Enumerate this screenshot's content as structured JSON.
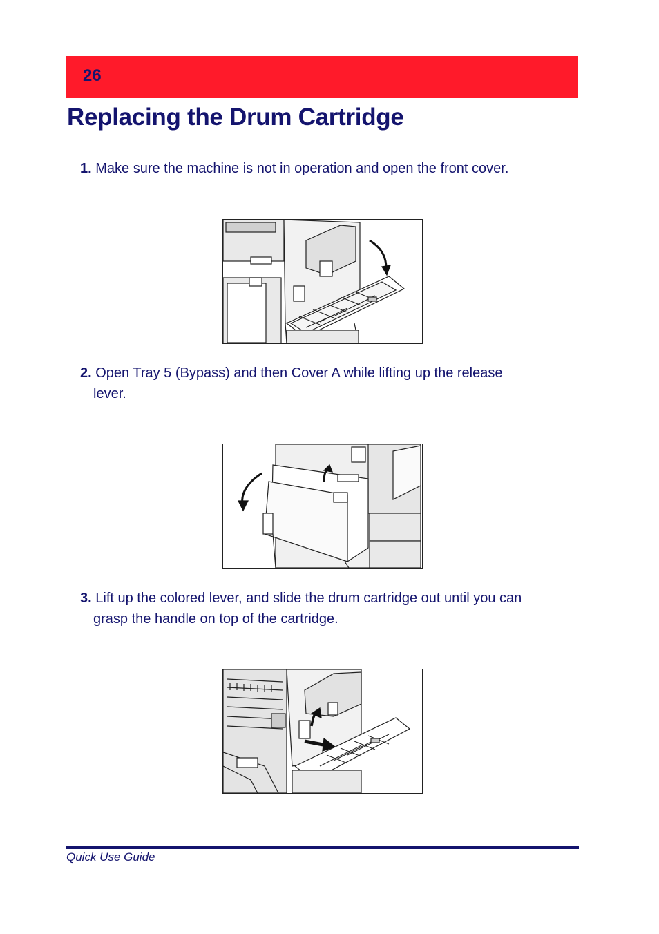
{
  "header": {
    "page_number": "26",
    "bar_color": "#ff1a2a"
  },
  "title": "Replacing the Drum Cartridge",
  "steps": [
    {
      "number": "1.",
      "line1": "Make sure the machine is not in operation and open the front cover.",
      "line2": ""
    },
    {
      "number": "2.",
      "line1": "Open Tray 5 (Bypass) and then Cover A while lifting up the release",
      "line2": "lever."
    },
    {
      "number": "3.",
      "line1": "Lift up the colored lever, and slide the drum cartridge out until you can",
      "line2": "grasp the handle on top of the cartridge."
    }
  ],
  "figures": [
    {
      "icon": "open-front-cover-illustration"
    },
    {
      "icon": "open-tray5-cover-a-illustration"
    },
    {
      "icon": "slide-drum-cartridge-illustration"
    }
  ],
  "footer": {
    "text": "Quick Use Guide",
    "rule_color": "#14146e"
  }
}
